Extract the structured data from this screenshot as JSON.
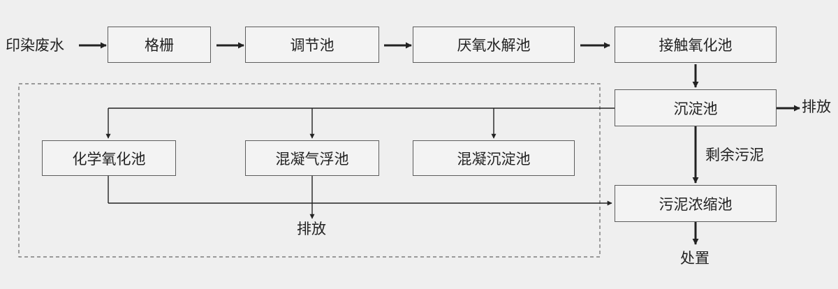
{
  "diagram": {
    "source_label": "印染废水",
    "nodes": {
      "grille": "格栅",
      "equalization": "调节池",
      "anaerobic_hydrolysis": "厌氧水解池",
      "contact_oxidation": "接触氧化池",
      "sedimentation": "沉淀池",
      "chemical_oxidation": "化学氧化池",
      "coag_flotation": "混凝气浮池",
      "coag_sedimentation": "混凝沉淀池",
      "sludge_thickener": "污泥浓缩池"
    },
    "edge_labels": {
      "discharge_right": "排放",
      "excess_sludge": "剩余污泥",
      "discharge_bottom": "排放",
      "disposal": "处置"
    }
  }
}
